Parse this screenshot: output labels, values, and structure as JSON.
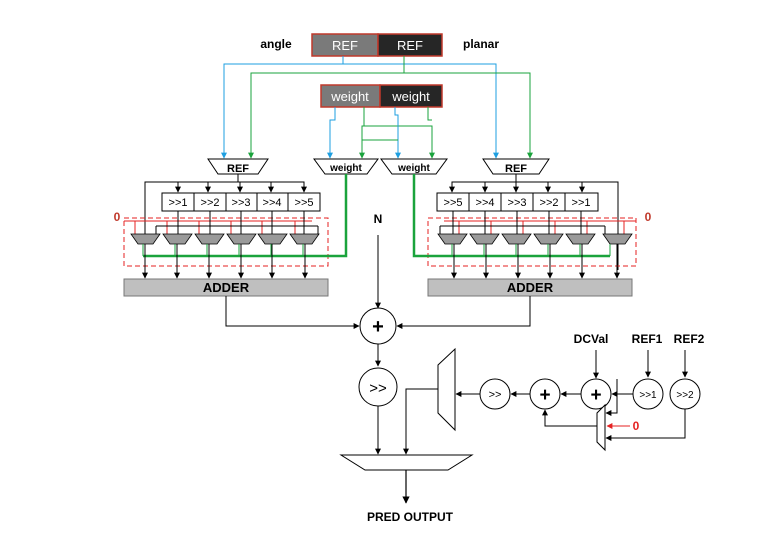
{
  "labels": {
    "angle": "angle",
    "planar": "planar",
    "ref": "REF",
    "weight": "weight",
    "adder": "ADDER",
    "n": "N",
    "plus": "+",
    "shift": ">>",
    "dcval": "DCVal",
    "ref1": "REF1",
    "ref2": "REF2",
    "zero": "0",
    "pred_output": "PRED OUTPUT"
  },
  "left_shifts": [
    ">>1",
    ">>2",
    ">>3",
    ">>4",
    ">>5"
  ],
  "right_shifts": [
    ">>5",
    ">>4",
    ">>3",
    ">>2",
    ">>1"
  ],
  "dc_shifts": {
    "a": ">>1",
    "b": ">>2"
  },
  "colors": {
    "blue_wire": "#1e9fe0",
    "green_wire": "#1aa33c",
    "red_wire": "#e52222",
    "dark_box": "#262626",
    "gray_box": "#7a7a7a",
    "adder_fill": "#bfbfbf"
  }
}
